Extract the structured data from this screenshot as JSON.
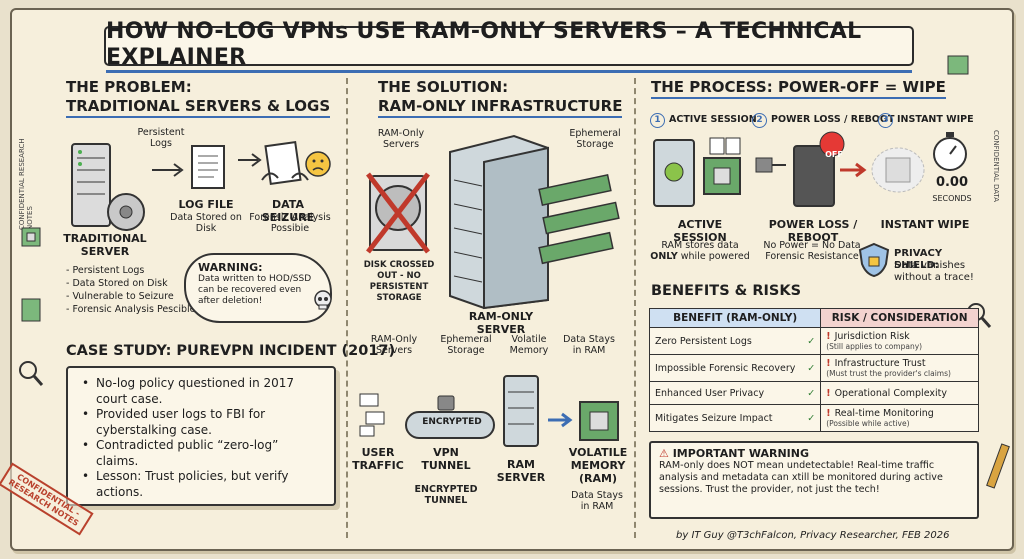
{
  "title": "HOW NO-LOG VPNs USE RAM-ONLY SERVERS – A TECHNICAL EXPLAINER",
  "problem": {
    "heading_line1": "THE PROBLEM:",
    "heading_line2": "TRADITIONAL SERVERS & LOGS",
    "persistent_logs": "Persistent Logs",
    "server_label": "TRADITIONAL SERVER",
    "log_file": "LOG FILE",
    "log_file_sub": "Data Stored on Disk",
    "seizure": "DATA SEIZURE",
    "seizure_sub": "Forensic Analysis Possibie",
    "bullets": [
      "Persistent Logs",
      "Data Stored on Disk",
      "Vulnerable to Seizure",
      "Forensic Analysis Pescible"
    ],
    "warning_title": "WARNING:",
    "warning_body": "Data written to HOD/SSD can be recovered even after deletion!"
  },
  "case_study": {
    "heading": "CASE STUDY: PUREVPN INCIDENT (2017)",
    "items": [
      "No-log policy questioned in 2017 court case.",
      "Provided user logs to FBI for cyberstalking case.",
      "Contradicted public “zero-log” claims.",
      "Lesson: Trust policies, but verify actions."
    ]
  },
  "solution": {
    "heading_line1": "THE SOLUTION:",
    "heading_line2": "RAM-ONLY INFRASTRUCTURE",
    "ram_only_servers": "RAM-Only Servers",
    "ephemeral_storage": "Ephemeral Storage",
    "disk_crossed": "DISK CROSSED OUT - NO PERSISTENT STORAGE",
    "ram_only_server": "RAM-ONLY SERVER",
    "callouts": [
      "RAM-Only Servers",
      "Ephemeral Storage",
      "Volatile Memory",
      "Data Stays in RAM"
    ],
    "user_traffic": "USER TRAFFIC",
    "encrypted": "ENCRYPTED",
    "vpn_tunnel": "VPN TUNNEL",
    "encrypted_tunnel": "ENCRYPTED TUNNEL",
    "ram_server": "RAM SERVER",
    "volatile_memory": "VOLATILE MEMORY (RAM)",
    "data_stays": "Data Stays in RAM"
  },
  "process": {
    "heading": "THE PROCESS: POWER-OFF = WIPE",
    "steps": [
      {
        "num": "1",
        "label": "ACTIVE SESSION"
      },
      {
        "num": "2",
        "label": "POWER LOSS / REBOOT"
      },
      {
        "num": "3",
        "label": "INSTANT WIPE"
      }
    ],
    "off": "OFF",
    "timer": "0.00",
    "timer_unit": "SECONDS",
    "active_label": "ACTIVE SESSION",
    "active_desc_1": "RAM stores data",
    "active_desc_only": "ONLY",
    "active_desc_2": "while powered",
    "power_label": "POWER LOSS / REBOOT",
    "power_desc": "No Power = No Data Forensic Resistance",
    "wipe_label": "INSTANT WIPE",
    "shield_title": "PRIVACY SHIELD:",
    "shield_desc": "Data vanishes without a trace!"
  },
  "benefits": {
    "heading": "BENEFITS & RISKS",
    "col_benefit": "BENEFIT (RAM-ONLY)",
    "col_risk": "RISK / CONSIDERATION",
    "rows": [
      {
        "benefit": "Zero Persistent Logs",
        "risk": "Jurisdiction Risk",
        "note": "(Still applies to company)"
      },
      {
        "benefit": "Impossible Forensic Recovery",
        "risk": "Infrastructure Trust",
        "note": "(Must trust the provider's claims)"
      },
      {
        "benefit": "Enhanced User Privacy",
        "risk": "Operational Complexity",
        "note": ""
      },
      {
        "benefit": "Mitigates Seizure Impact",
        "risk": "Real-time Monitoring",
        "note": "(Possible while active)"
      }
    ]
  },
  "warning": {
    "title": "IMPORTANT WARNING",
    "body": "RAM-only does NOT mean undetectable! Real-time traffic analysis and metadata can xtill be monitored during active sessions. Trust the provider, not just the tech!"
  },
  "credit": "by IT Guy @T3chFalcon, Privacy Researcher, FEB 2026",
  "stamp": "CONFIDENTIAL - RESEARCH NOTES",
  "side_note_left": "CONFIDENTIAL RESEARCH NOTES",
  "side_note_right": "CONFIDENTIAL DATA"
}
